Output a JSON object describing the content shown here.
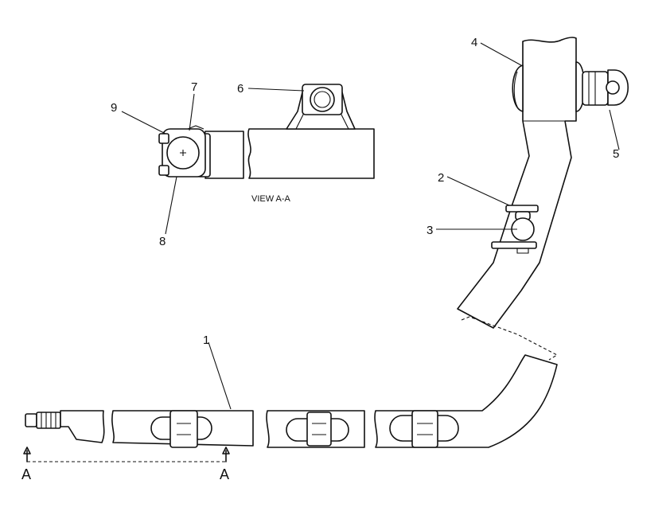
{
  "view_label": "VIEW  A-A",
  "section_labels": {
    "left": "A",
    "right": "A"
  },
  "callouts": [
    "1",
    "2",
    "3",
    "4",
    "5",
    "6",
    "7",
    "8",
    "9"
  ]
}
